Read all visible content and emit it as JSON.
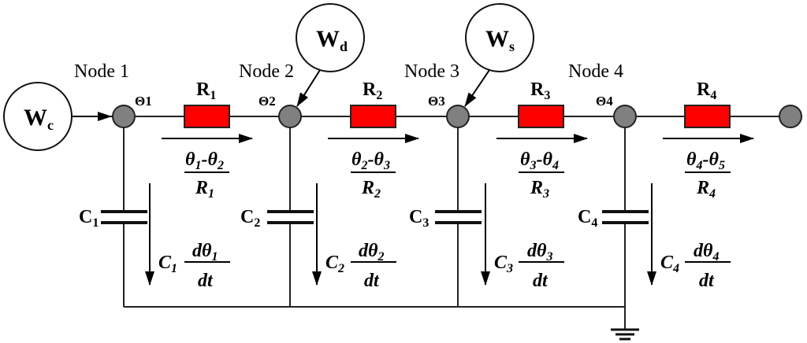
{
  "diagram": {
    "type": "thermal RC ladder network",
    "nodes": [
      {
        "label": "Node 1",
        "temp_label": "Θ1"
      },
      {
        "label": "Node 2",
        "temp_label": "Θ2"
      },
      {
        "label": "Node 3",
        "temp_label": "Θ3"
      },
      {
        "label": "Node 4",
        "temp_label": "Θ4"
      }
    ],
    "sources": [
      {
        "main": "W",
        "sub": "c",
        "connects_to": "Node 1"
      },
      {
        "main": "W",
        "sub": "d",
        "connects_to": "Node 2"
      },
      {
        "main": "W",
        "sub": "s",
        "connects_to": "Node 3"
      }
    ],
    "resistors": [
      {
        "main": "R",
        "sub": "1"
      },
      {
        "main": "R",
        "sub": "2"
      },
      {
        "main": "R",
        "sub": "3"
      },
      {
        "main": "R",
        "sub": "4"
      }
    ],
    "capacitors": [
      {
        "main": "C",
        "sub": "1"
      },
      {
        "main": "C",
        "sub": "2"
      },
      {
        "main": "C",
        "sub": "3"
      },
      {
        "main": "C",
        "sub": "4"
      }
    ],
    "heat_flows": [
      {
        "num_a": "θ",
        "num_a_sub": "1",
        "minus": "-",
        "num_b": "θ",
        "num_b_sub": "2",
        "den": "R",
        "den_sub": "1"
      },
      {
        "num_a": "θ",
        "num_a_sub": "2",
        "minus": "-",
        "num_b": "θ",
        "num_b_sub": "3",
        "den": "R",
        "den_sub": "2"
      },
      {
        "num_a": "θ",
        "num_a_sub": "3",
        "minus": "-",
        "num_b": "θ",
        "num_b_sub": "4",
        "den": "R",
        "den_sub": "3"
      },
      {
        "num_a": "θ",
        "num_a_sub": "4",
        "minus": "-",
        "num_b": "θ",
        "num_b_sub": "5",
        "den": "R",
        "den_sub": "4"
      }
    ],
    "storage_flows": [
      {
        "coef": "C",
        "coef_sub": "1",
        "num": "dθ",
        "num_sub": "1",
        "den": "dt"
      },
      {
        "coef": "C",
        "coef_sub": "2",
        "num": "dθ",
        "num_sub": "2",
        "den": "dt"
      },
      {
        "coef": "C",
        "coef_sub": "3",
        "num": "dθ",
        "num_sub": "3",
        "den": "dt"
      },
      {
        "coef": "C",
        "coef_sub": "4",
        "num": "dθ",
        "num_sub": "4",
        "den": "dt"
      }
    ],
    "colors": {
      "resistor_fill": "#ff0000",
      "node_fill": "#808080",
      "line": "#222222",
      "background": "#ffffff"
    }
  }
}
